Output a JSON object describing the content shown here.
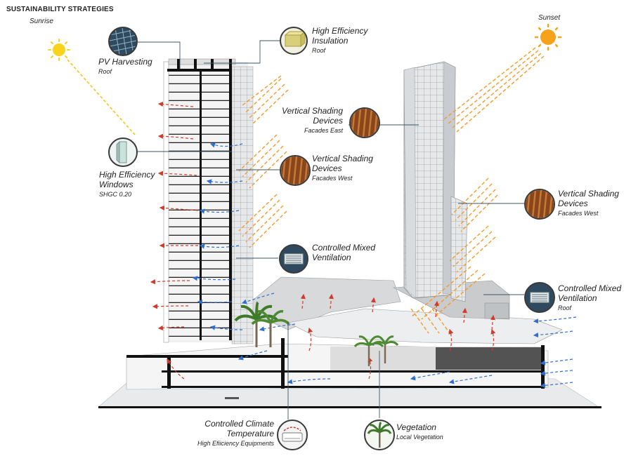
{
  "heading": "SUSTAINABILITY STRATEGIES",
  "sunrise": {
    "label": "Sunrise"
  },
  "sunset": {
    "label": "Sunset"
  },
  "callouts": {
    "pv": {
      "title": "PV Harvesting",
      "sub": "Roof",
      "icon": "solar-panel-icon"
    },
    "insulation": {
      "title_1": "High Efficiency",
      "title_2": "Insulation",
      "sub": "Roof",
      "icon": "insulation-icon"
    },
    "windows": {
      "title_1": "High Efficiency",
      "title_2": "Windows",
      "sub": "SHGC 0.20",
      "icon": "window-icon"
    },
    "vsd_east": {
      "title_1": "Vertical Shading",
      "title_2": "Devices",
      "sub": "Facades East",
      "icon": "shading-louver-icon"
    },
    "vsd_west_1": {
      "title_1": "Vertical Shading",
      "title_2": "Devices",
      "sub": "Facades West",
      "icon": "shading-louver-icon"
    },
    "vsd_west_2": {
      "title_1": "Vertical Shading",
      "title_2": "Devices",
      "sub": "Facades West",
      "icon": "shading-louver-icon"
    },
    "vent_1": {
      "title_1": "Controlled Mixed",
      "title_2": "Ventilation",
      "icon": "ventilation-icon"
    },
    "vent_2": {
      "title_1": "Controlled Mixed",
      "title_2": "Ventilation",
      "sub": "Roof",
      "icon": "ventilation-icon"
    },
    "climate": {
      "title_1": "Controlled Climate",
      "title_2": "Temperature",
      "sub": "High Efiiciency Equipments",
      "icon": "air-conditioner-icon"
    },
    "vegetation": {
      "title": "Vegetation",
      "sub": "Local Vegetation",
      "icon": "palm-tree-icon"
    }
  },
  "colors": {
    "sun": "#f7a21b",
    "sun_rays": "#f39a2a",
    "warm_air": "#d23a2a",
    "cool_air": "#2f6fd0",
    "leader": "#3d5566"
  }
}
